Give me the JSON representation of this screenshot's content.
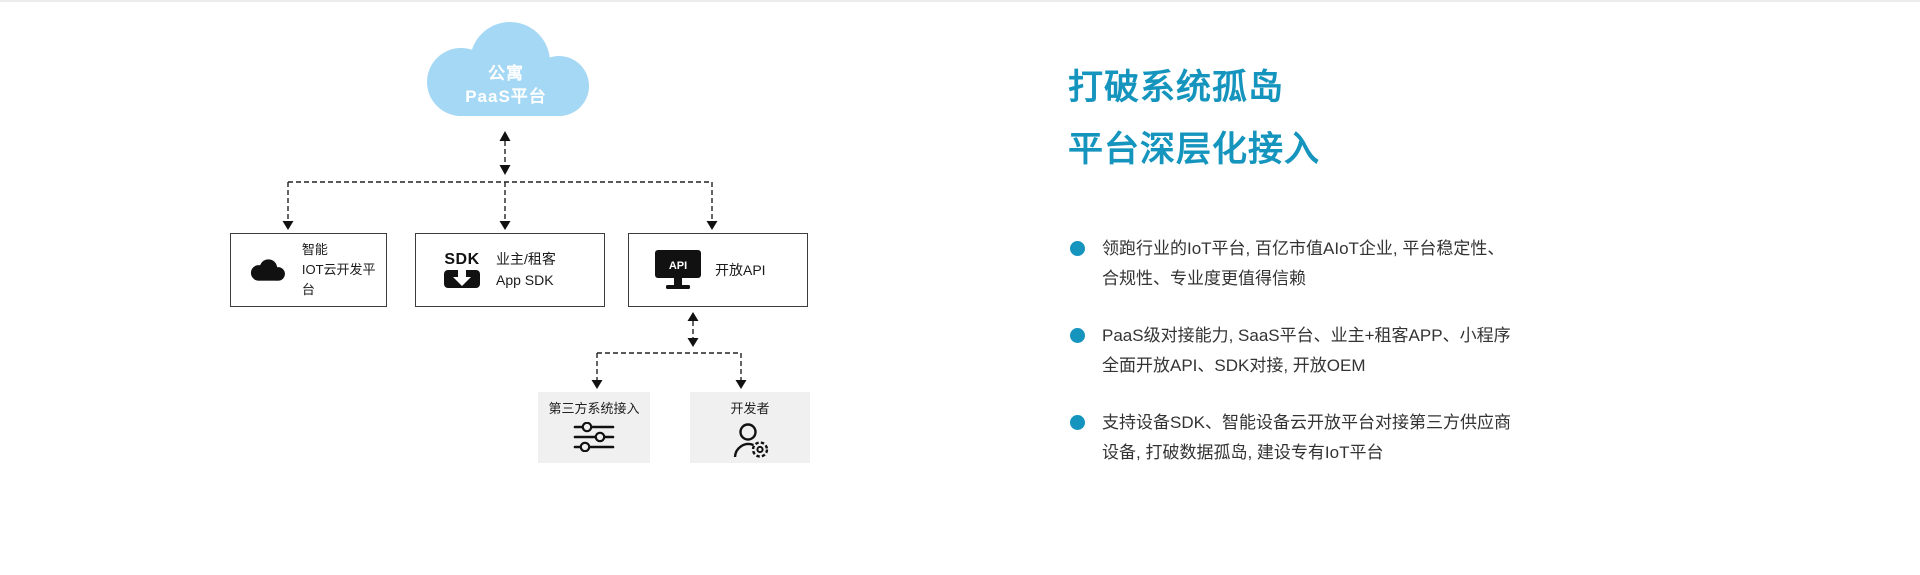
{
  "colors": {
    "accent": "#1595BE",
    "cloud_fill": "#A5D8F4",
    "icon_black": "#111111",
    "sub_box_bg": "#F0F0F0",
    "body_text": "#333333"
  },
  "cloud": {
    "line1": "公寓",
    "line2": "PaaS平台"
  },
  "diagram": {
    "boxes": [
      {
        "icon": "cloud-icon",
        "line1": "智能",
        "line2": "IOT云开发平台"
      },
      {
        "icon": "sdk-download-icon",
        "badge": "SDK",
        "line1": "业主/租客",
        "line2": "App SDK"
      },
      {
        "icon": "api-monitor-icon",
        "badge": "API",
        "label": "开放API"
      }
    ],
    "sub_boxes": [
      {
        "icon": "sliders-icon",
        "label": "第三方系统接入"
      },
      {
        "icon": "developer-gear-icon",
        "label": "开发者"
      }
    ]
  },
  "right": {
    "title_line1": "打破系统孤岛",
    "title_line2": "平台深层化接入",
    "bullets": [
      {
        "line1": "领跑行业的IoT平台, 百亿市值AIoT企业, 平台稳定性、",
        "line2": "合规性、专业度更值得信赖"
      },
      {
        "line1": "PaaS级对接能力, SaaS平台、业主+租客APP、小程序",
        "line2": "全面开放API、SDK对接, 开放OEM"
      },
      {
        "line1": "支持设备SDK、智能设备云开放平台对接第三方供应商",
        "line2": "设备, 打破数据孤岛, 建设专有IoT平台"
      }
    ]
  }
}
